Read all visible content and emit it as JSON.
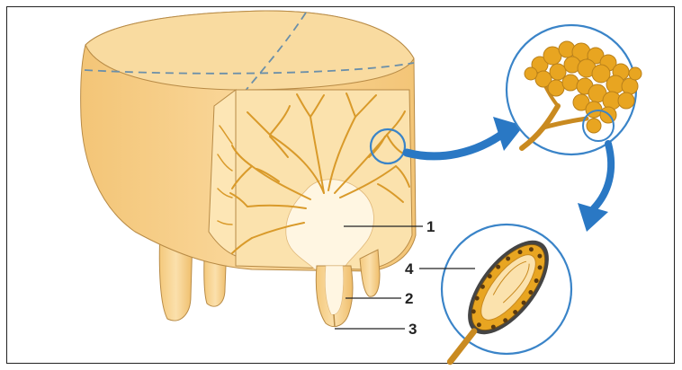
{
  "labels": {
    "l1": "1",
    "l2": "2",
    "l3": "3",
    "l4": "4"
  },
  "colors": {
    "tissue": "#f7d08a",
    "tissue_dark": "#e9b764",
    "tissue_light": "#fde6b5",
    "duct": "#d99a2a",
    "lobule": "#e8a521",
    "outline": "#a8803f",
    "circle": "#3a84c8",
    "arrow": "#2a78c4"
  }
}
